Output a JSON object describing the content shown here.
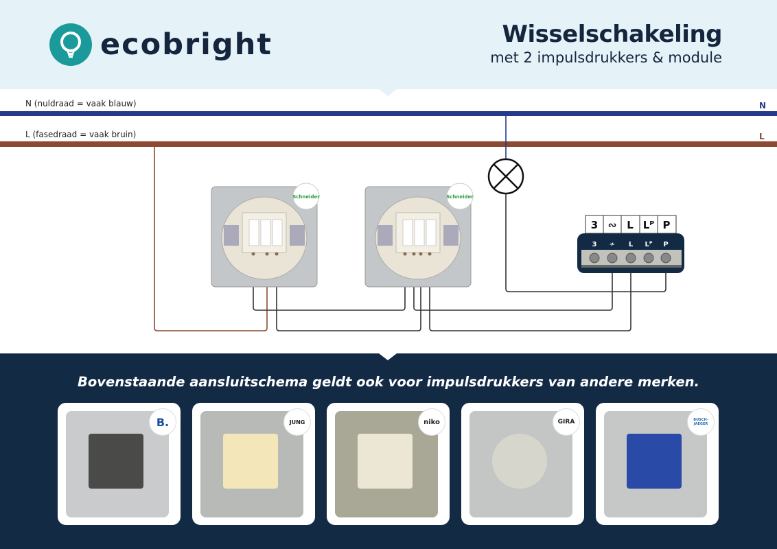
{
  "header": {
    "logo": {
      "text": "ecobright",
      "icon": "lightbulb-icon",
      "color": "#1a9a9a"
    },
    "title": "Wisselschakeling",
    "subtitle": "met 2 impulsdrukkers & module"
  },
  "wires": {
    "neutral": {
      "label": "N (nuldraad = vaak blauw)",
      "letter": "N",
      "color": "#263a8a"
    },
    "phase": {
      "label": "L (fasedraad = vaak bruin)",
      "letter": "L",
      "color": "#8b4a32"
    }
  },
  "devices": {
    "switch_brand": "Schneider",
    "lamp": "lamp-icon",
    "module": {
      "labels": [
        "3",
        "∾",
        "L",
        "Lᴾ",
        "P"
      ],
      "terminals": [
        "3",
        "≁",
        "L",
        "Lᴾ",
        "P"
      ]
    }
  },
  "bottom": {
    "tagline": "Bovenstaande aansluitschema geldt ook voor impulsdrukkers van andere merken.",
    "brands": [
      "B.",
      "JUNG",
      "niko",
      "GIRA",
      "BUSCH-JAEGER"
    ]
  },
  "colors": {
    "navy": "#132a45",
    "header_bg": "#e5f2f8"
  }
}
